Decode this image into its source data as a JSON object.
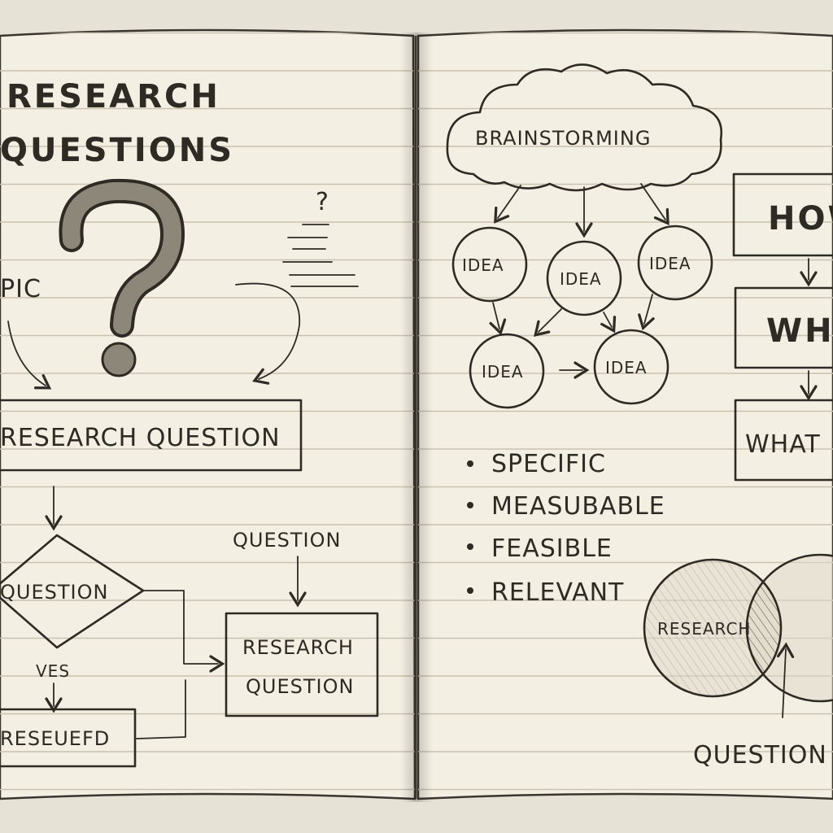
{
  "left_page": {
    "title_line1": "RESEARCH",
    "title_line2": "QUESTIONS",
    "topic_label": "PIC",
    "small_question_mark": "?",
    "research_question_box": "RESEARCH QUESTION",
    "decision_diamond": "QUESTION",
    "yes_label": "VES",
    "researched_box": "RESEUEFD",
    "question_label": "QUESTION",
    "result_box_line1": "RESEARCH",
    "result_box_line2": "QUESTION"
  },
  "right_page": {
    "cloud_label": "BRAINSTORMING",
    "ideas": [
      "IDEA",
      "IDEA",
      "IDEA",
      "IDEA",
      "IDEA"
    ],
    "criteria": [
      "SPECIFIC",
      "MEASUBABLE",
      "FEASIBLE",
      "RELEVANT"
    ],
    "question_words": [
      "HOW",
      "WHY",
      "WHAT"
    ],
    "venn_left_label": "RESEARCH",
    "venn_bottom_label": "QUESTION"
  }
}
